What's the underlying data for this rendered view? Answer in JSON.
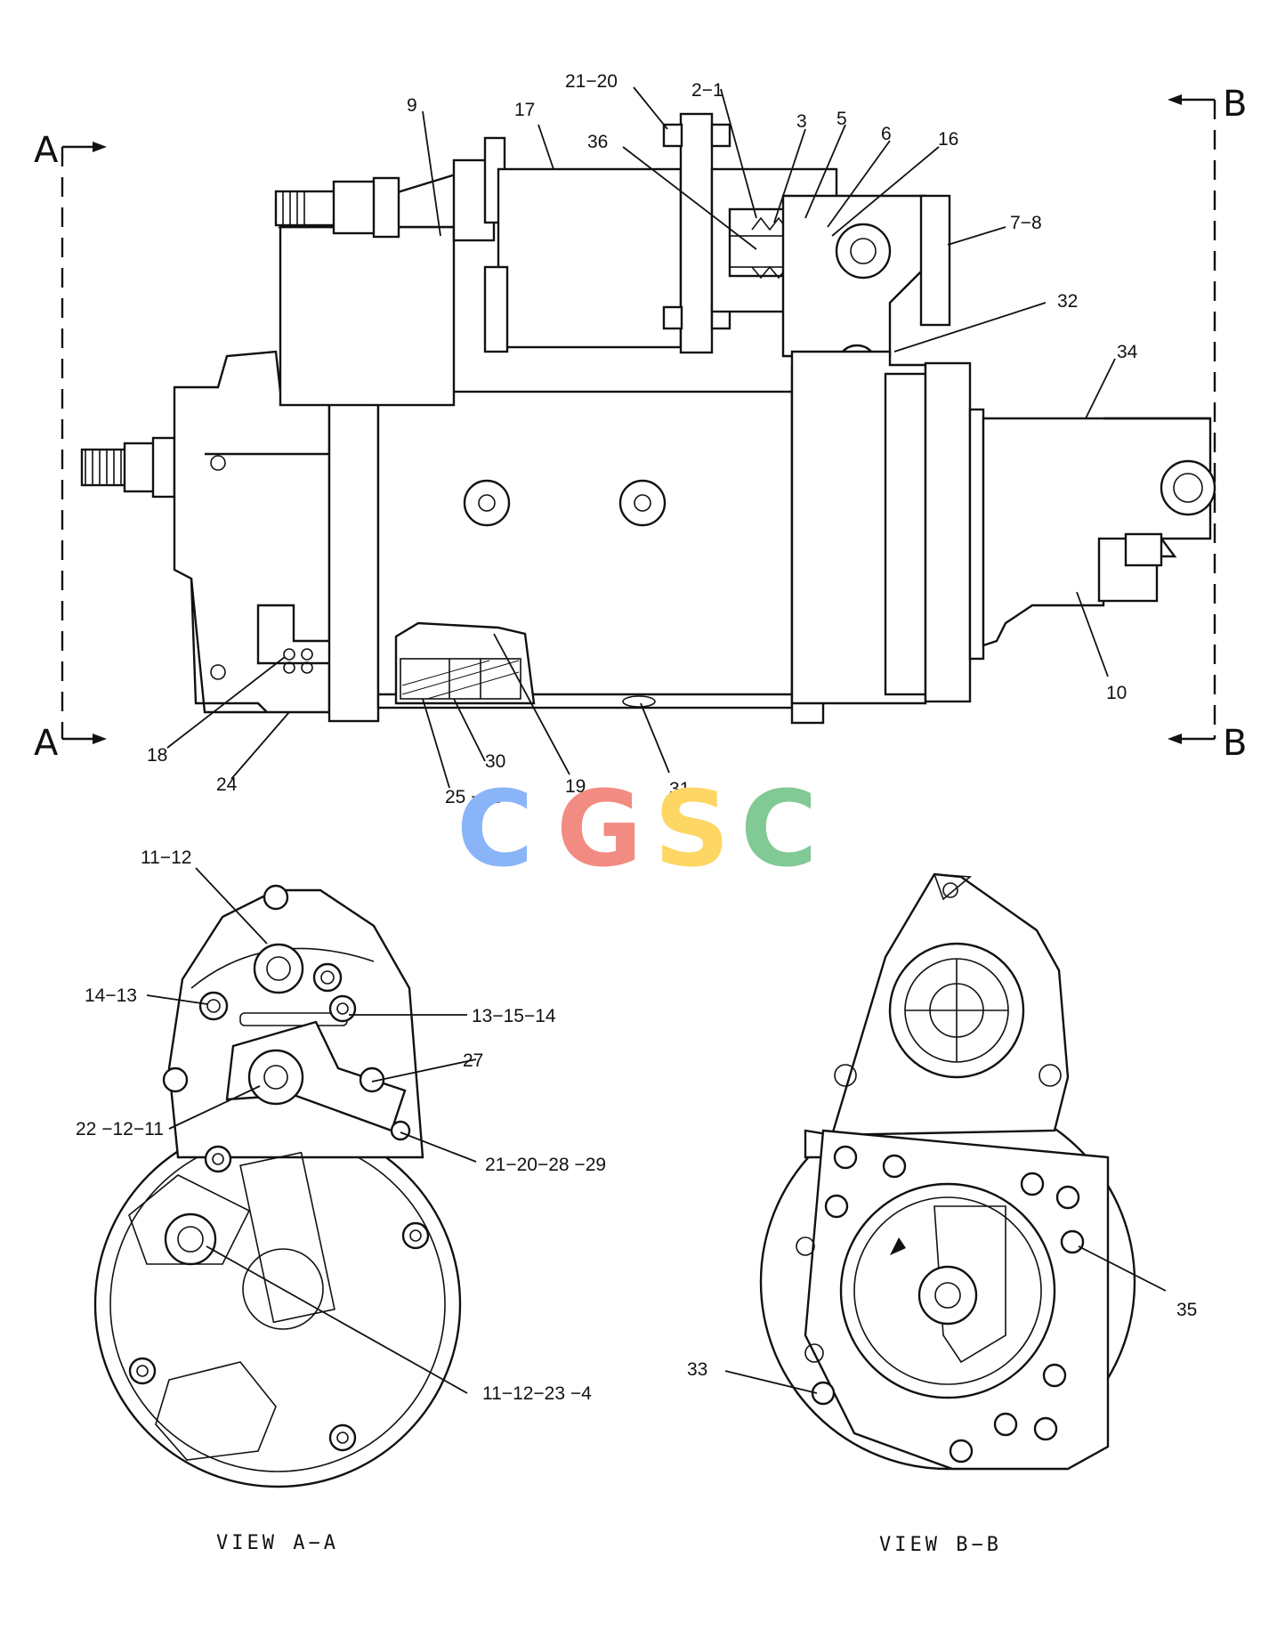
{
  "callouts": {
    "c21_20_top": "21−20",
    "c2_1": "2−1",
    "c9": "9",
    "c17": "17",
    "c3": "3",
    "c5": "5",
    "c36": "36",
    "c6": "6",
    "c16": "16",
    "c7_8": "7−8",
    "c32": "32",
    "c34": "34",
    "c10": "10",
    "c18": "18",
    "c24": "24",
    "c30": "30",
    "c25_26": "25 −26",
    "c19": "19",
    "c31": "31",
    "c11_12": "11−12",
    "c14_13": "14−13",
    "c13_15_14": "13−15−14",
    "c27": "27",
    "c22_12_11": "22 −12−11",
    "c21_20_28_29": "21−20−28 −29",
    "c11_12_23_4": "11−12−23 −4",
    "c33": "33",
    "c35": "35"
  },
  "section_marks": {
    "a_top": "A",
    "a_bottom": "A",
    "b_top": "B",
    "b_bottom": "B"
  },
  "view_labels": {
    "view_a": "VIEW  A−A",
    "view_b": "VIEW  B−B"
  },
  "watermark": {
    "letters": [
      "C",
      "G",
      "S",
      "C"
    ],
    "colors": [
      "#8ab4f8",
      "#f28b82",
      "#fdd663",
      "#81c995"
    ]
  }
}
